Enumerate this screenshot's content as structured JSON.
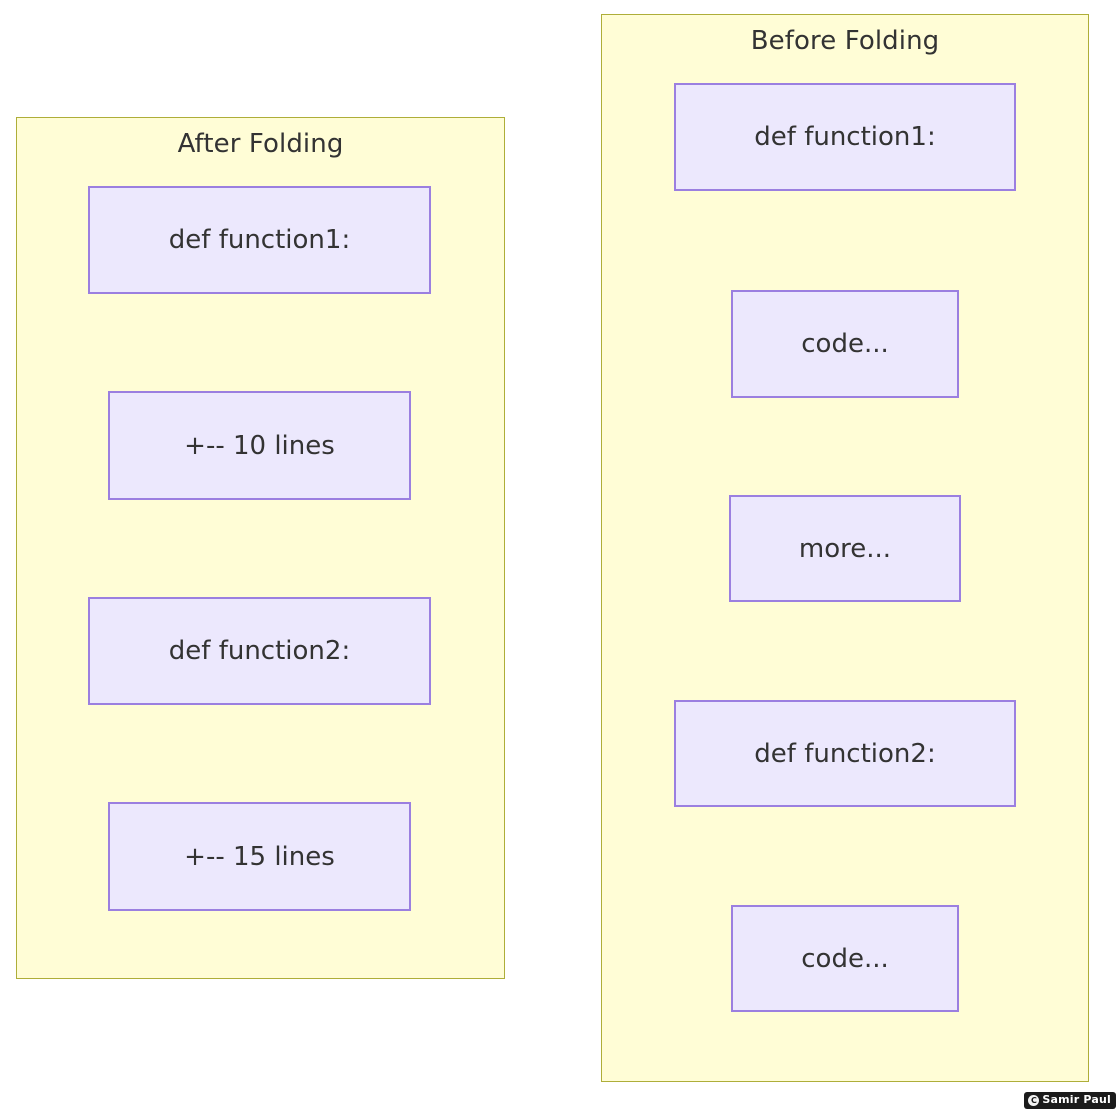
{
  "diagram": {
    "type": "flowchart-clusters",
    "background": "#ffffff",
    "cluster_fill": "#fffdd6",
    "cluster_stroke": "#aeae39",
    "node_fill": "#ece8fd",
    "node_stroke": "#9b7fe0",
    "text_color": "#333333",
    "clusters": [
      {
        "id": "after-folding",
        "title": "After Folding",
        "nodes": [
          {
            "id": "af-func1",
            "label": "def function1:"
          },
          {
            "id": "af-fold10",
            "label": "+-- 10 lines"
          },
          {
            "id": "af-func2",
            "label": "def function2:"
          },
          {
            "id": "af-fold15",
            "label": "+-- 15 lines"
          }
        ]
      },
      {
        "id": "before-folding",
        "title": "Before Folding",
        "nodes": [
          {
            "id": "bf-func1",
            "label": "def function1:"
          },
          {
            "id": "bf-code1",
            "label": "code..."
          },
          {
            "id": "bf-more",
            "label": "more..."
          },
          {
            "id": "bf-func2",
            "label": "def function2:"
          },
          {
            "id": "bf-code2",
            "label": "code..."
          }
        ]
      }
    ]
  },
  "watermark": {
    "badge": "C",
    "text": "Samir Paul"
  }
}
